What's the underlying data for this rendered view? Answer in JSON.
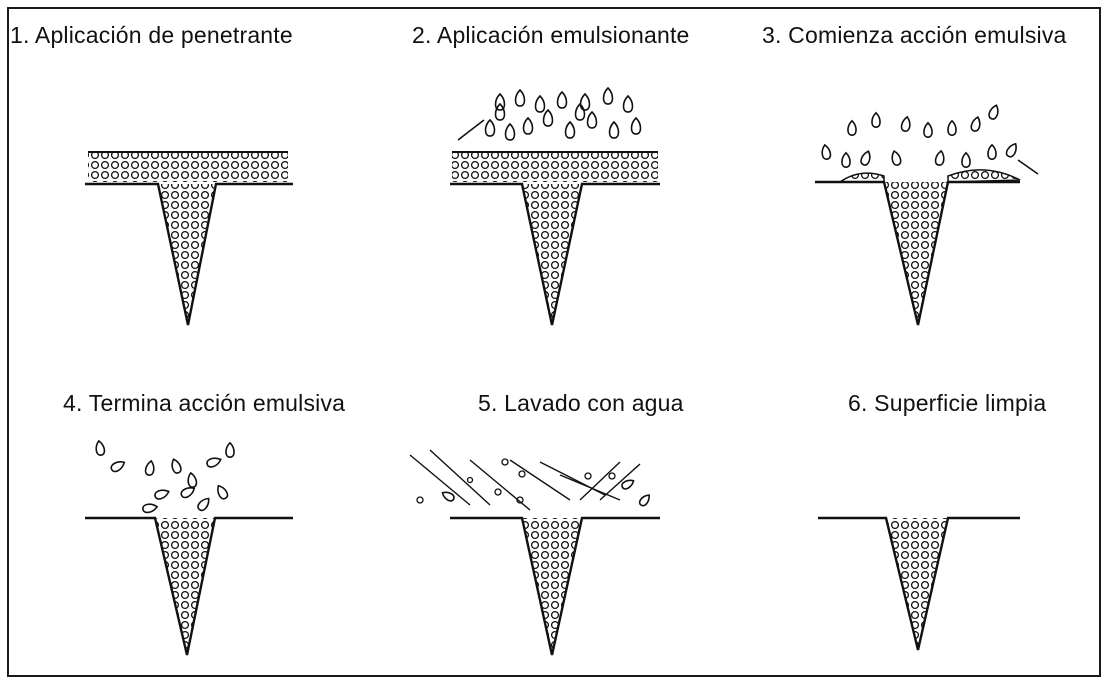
{
  "steps": [
    {
      "label": "1. Aplicación de penetrante"
    },
    {
      "label": "2. Aplicación emulsionante"
    },
    {
      "label": "3. Comienza acción emulsiva"
    },
    {
      "label": "4. Termina acción emulsiva"
    },
    {
      "label": "5. Lavado con agua"
    },
    {
      "label": "6. Superficie limpia"
    }
  ],
  "colors": {
    "ink": "#111111",
    "background": "#ffffff"
  }
}
